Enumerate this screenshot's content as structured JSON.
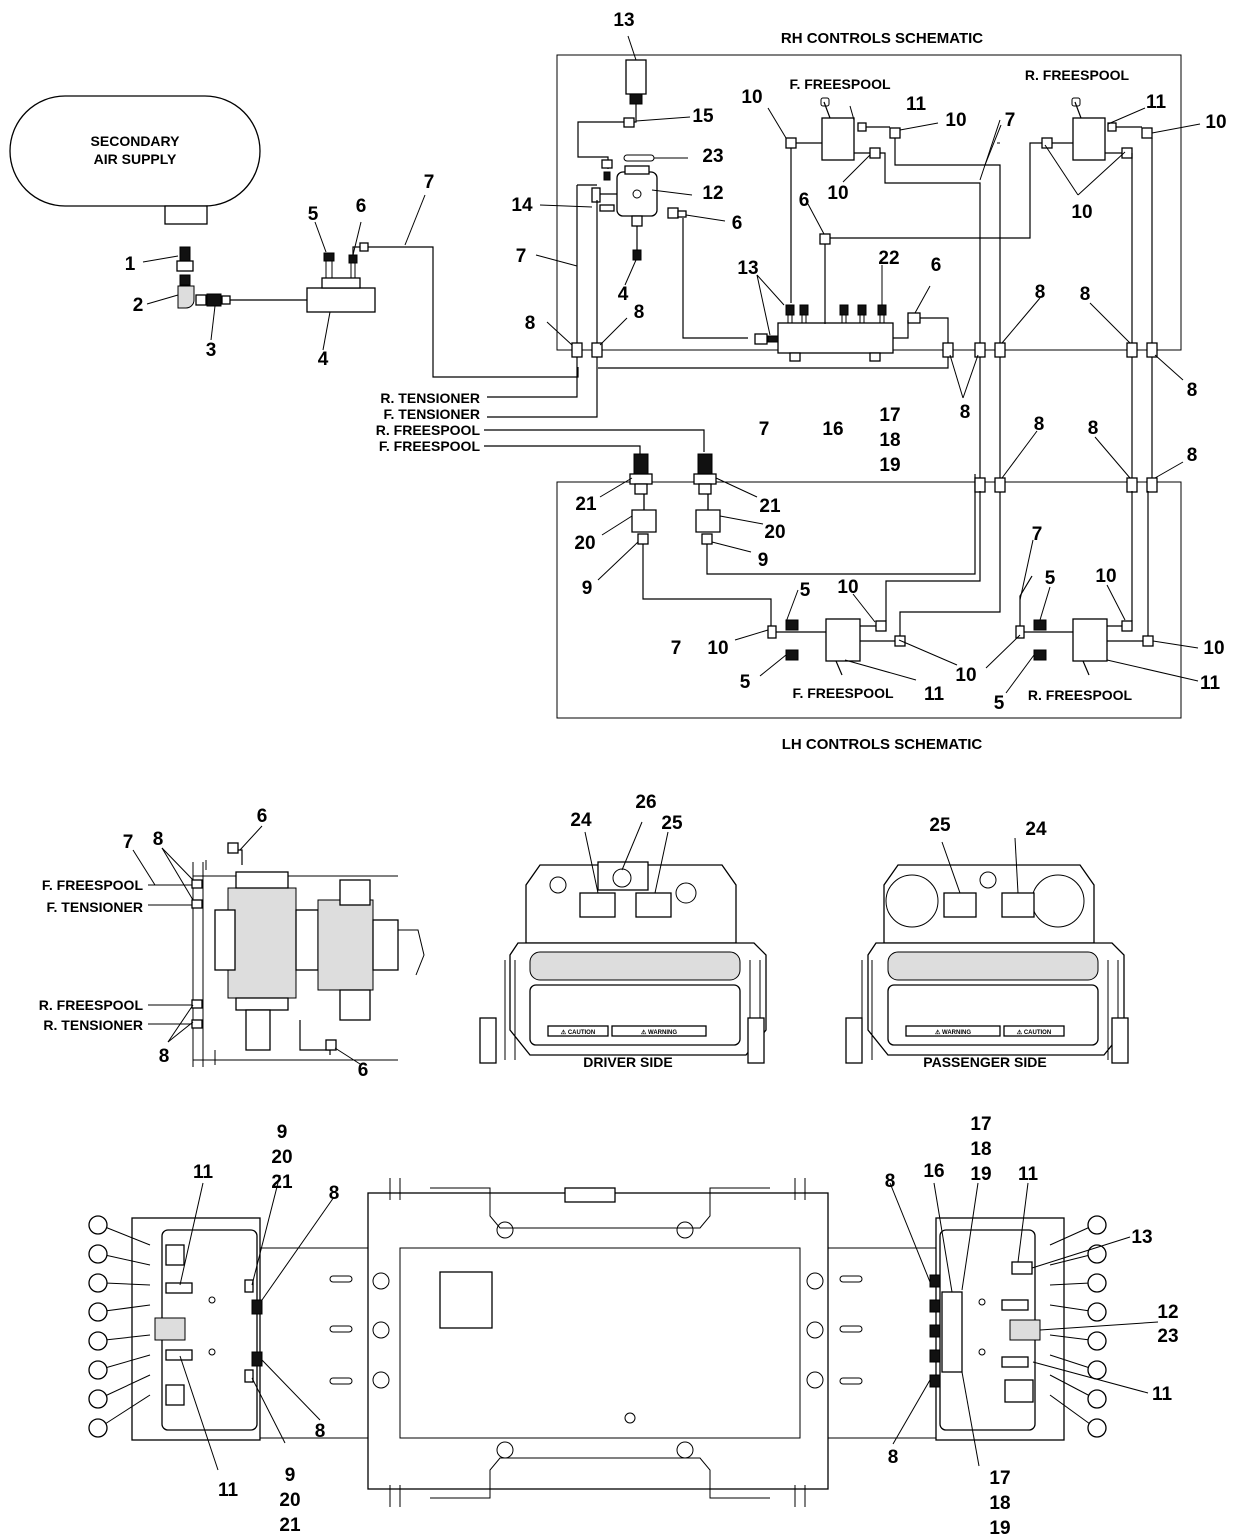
{
  "tank": {
    "line1": "SECONDARY",
    "line2": "AIR SUPPLY"
  },
  "titles": {
    "rh": "RH CONTROLS SCHEMATIC",
    "lh": "LH CONTROLS SCHEMATIC"
  },
  "valves": {
    "f_freespool": "F. FREESPOOL",
    "r_freespool": "R. FREESPOOL"
  },
  "lines": {
    "r_tensioner": "R. TENSIONER",
    "f_tensioner": "F. TENSIONER",
    "r_freespool": "R. FREESPOOL",
    "f_freespool": "F. FREESPOOL"
  },
  "views": {
    "driver": "DRIVER SIDE",
    "passenger": "PASSENGER SIDE"
  },
  "panel": {
    "caution": "⚠ CAUTION",
    "warning": "⚠ WARNING"
  },
  "callouts": {
    "c1": "1",
    "c2": "2",
    "c3": "3",
    "c4": "4",
    "c5": "5",
    "c6": "6",
    "c7": "7",
    "c8": "8",
    "c9": "9",
    "c10": "10",
    "c11": "11",
    "c12": "12",
    "c13": "13",
    "c14": "14",
    "c15": "15",
    "c16": "16",
    "c17": "17",
    "c18": "18",
    "c19": "19",
    "c20": "20",
    "c21": "21",
    "c22": "22",
    "c23": "23",
    "c24": "24",
    "c25": "25",
    "c26": "26"
  }
}
